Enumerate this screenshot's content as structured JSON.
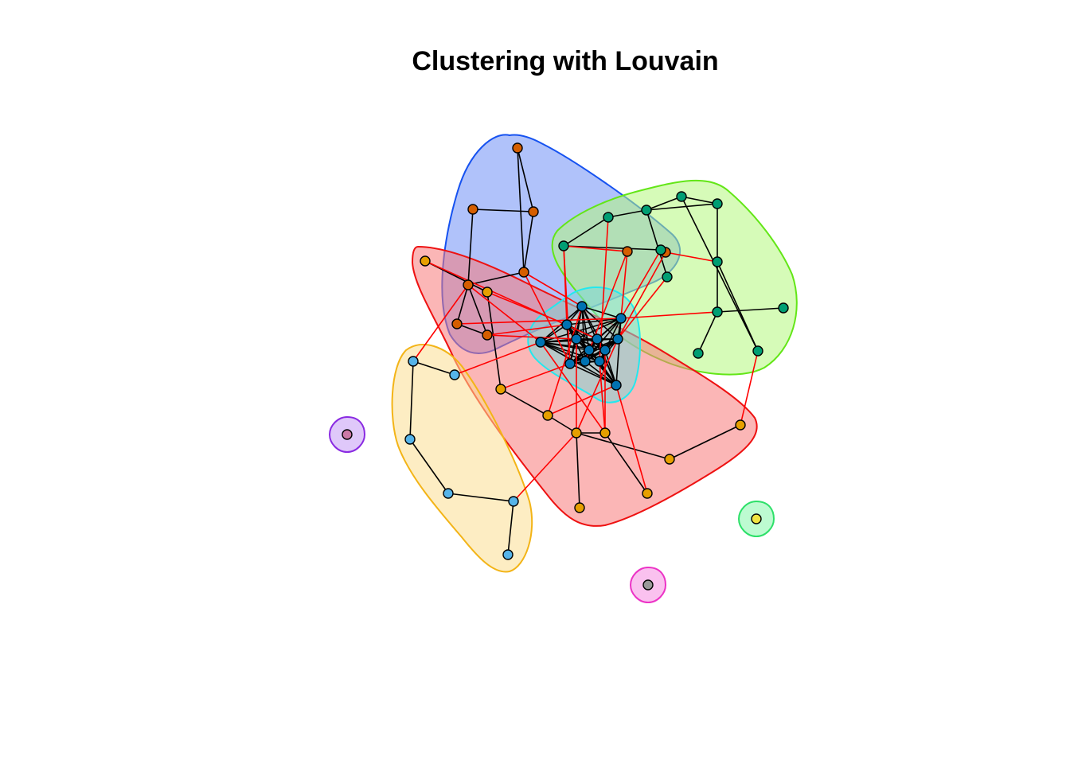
{
  "title": "Clustering with Louvain",
  "colors": {
    "intra_edge": "#000000",
    "inter_edge": "#ff0000",
    "node_border": "#000000"
  },
  "communities": [
    {
      "id": "c1",
      "hull_fill": "#6f8ff5",
      "hull_stroke": "#1652f0",
      "node_color": "#d55e00",
      "nodes": [
        "n1",
        "n2",
        "n3",
        "n4",
        "n5",
        "n6",
        "n7",
        "n8",
        "n9"
      ]
    },
    {
      "id": "c2",
      "hull_fill": "#b4f77e",
      "hull_stroke": "#63e617",
      "node_color": "#009e73",
      "nodes": [
        "g1",
        "g2",
        "g3",
        "g4",
        "g5",
        "g6",
        "g7",
        "g8",
        "g9",
        "g10",
        "g11",
        "g12"
      ]
    },
    {
      "id": "c3",
      "hull_fill": "#f77a7a",
      "hull_stroke": "#ee1111",
      "node_color": "#e69f00",
      "nodes": [
        "o1",
        "o2",
        "o3",
        "o4",
        "o5",
        "o6",
        "o7",
        "o8",
        "o9",
        "o10",
        "o11",
        "o12"
      ]
    },
    {
      "id": "c4",
      "hull_fill": "#7fd7d7",
      "hull_stroke": "#22e8ee",
      "node_color": "#0072b2",
      "nodes": [
        "b1",
        "b2",
        "b3",
        "b4",
        "b5",
        "b6",
        "b7",
        "b8",
        "b9",
        "b10",
        "b11",
        "b12",
        "b13"
      ]
    },
    {
      "id": "c5",
      "hull_fill": "#fcdf91",
      "hull_stroke": "#f3b417",
      "node_color": "#56b4e9",
      "nodes": [
        "s1",
        "s2",
        "s3",
        "s4",
        "s5",
        "s6"
      ]
    },
    {
      "id": "c6",
      "hull_fill": "#c49bf5",
      "hull_stroke": "#8a2be2",
      "node_color": "#cc79a7",
      "nodes": [
        "p1"
      ]
    },
    {
      "id": "c7",
      "hull_fill": "#86f7ab",
      "hull_stroke": "#2de069",
      "node_color": "#f0e442",
      "nodes": [
        "y1"
      ]
    },
    {
      "id": "c8",
      "hull_fill": "#f58ee2",
      "hull_stroke": "#ec33c6",
      "node_color": "#999999",
      "nodes": [
        "m1"
      ]
    }
  ]
}
